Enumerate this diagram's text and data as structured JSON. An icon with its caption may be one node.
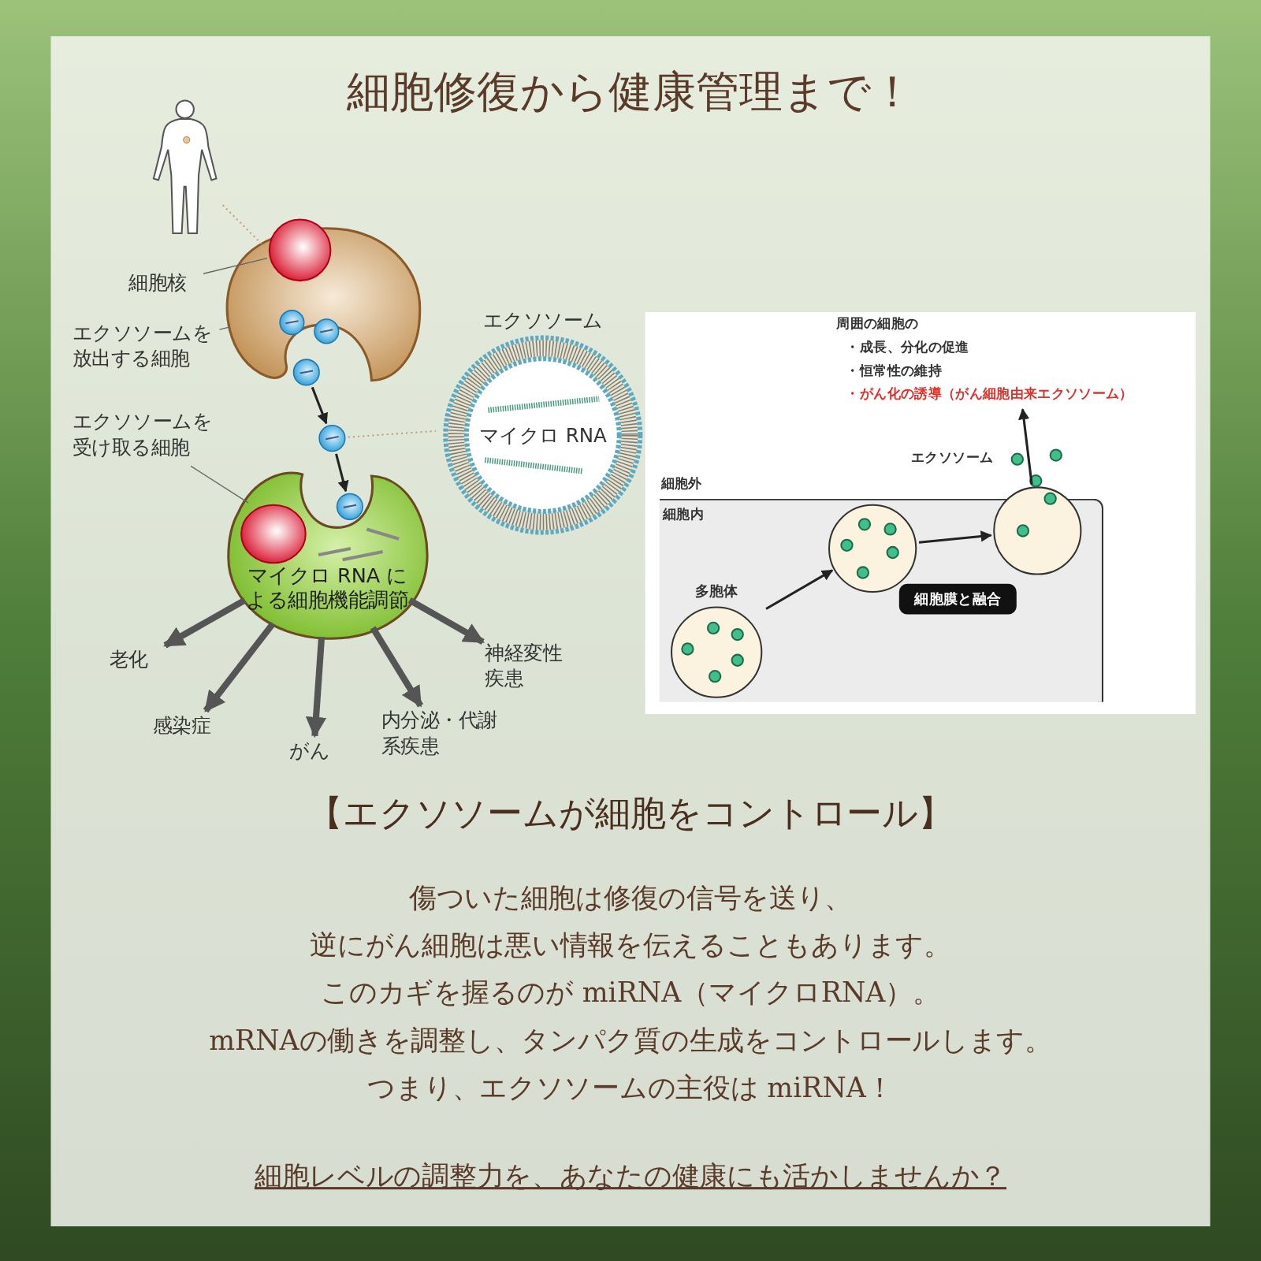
{
  "diagram": {
    "title": "細胞修復から健康管理まで！",
    "nodes": [
      {
        "text": [],
        "shape": "person"
      },
      {
        "text": [],
        "shape": "cell"
      },
      {
        "text": [],
        "shape": "circle",
        "in": 1
      },
      {
        "text": [
          "細胞核"
        ]
      },
      {
        "text": [
          "エクソソームを放出する細胞"
        ]
      },
      {
        "text": [],
        "shape": "circle"
      },
      {
        "text": [],
        "shape": "circle"
      },
      {
        "text": [],
        "shape": "circle"
      },
      {
        "text": [
          "エクソソームを受け取る細胞"
        ]
      },
      {
        "text": [
          "マイクロ RNA による細胞機能調節"
        ]
      },
      {
        "text": [
          "エクソソーム",
          "マイクロ RNA"
        ]
      },
      {
        "text": [
          "老化"
        ]
      },
      {
        "text": [
          "感染症"
        ]
      },
      {
        "text": [
          "がん"
        ]
      },
      {
        "text": [
          "内分泌・代謝系疾患"
        ]
      },
      {
        "text": [
          "神経変性疾患"
        ]
      },
      {
        "text": [
          "周囲の細胞の",
          "・成長、分化の促進",
          "・恒常性の維持",
          "・がん化の誘導（がん細胞由来エクソソーム）"
        ]
      },
      {
        "text": [
          "細胞内"
        ]
      },
      {
        "text": [
          "多胞体"
        ],
        "in": 17
      },
      {
        "text": [],
        "shape": "circle",
        "in": 17
      },
      {
        "text": [],
        "shape": "circle"
      },
      {
        "text": [
          "細胞膜と融合"
        ],
        "in": 17
      },
      {
        "text": [],
        "shape": "circle",
        "in": 1
      },
      {
        "text": [],
        "shape": "circle",
        "in": 1
      }
    ],
    "edges": [
      {
        "from": 0,
        "to": 1,
        "arrow": "none",
        "style": "dashed",
        "color": "#c89a70"
      },
      {
        "from": 3,
        "to": 2,
        "arrow": "none",
        "color": "#666666"
      },
      {
        "from": 4,
        "to": 1,
        "arrow": "none",
        "color": "#666666"
      },
      {
        "from": 5,
        "to": 6,
        "arrow": "to"
      },
      {
        "from": 6,
        "to": 7,
        "arrow": "to"
      },
      {
        "from": 6,
        "to": 10,
        "arrow": "none",
        "style": "dashed",
        "color": "#c89a70"
      },
      {
        "from": 8,
        "to": 9,
        "arrow": "none",
        "color": "#666666"
      },
      {
        "from": 9,
        "to": 11,
        "arrow": "to",
        "style": "thick",
        "color": "#555555"
      },
      {
        "from": 9,
        "to": 12,
        "arrow": "to",
        "style": "thick",
        "color": "#555555"
      },
      {
        "from": 9,
        "to": 13,
        "arrow": "to",
        "style": "thick",
        "color": "#555555"
      },
      {
        "from": 9,
        "to": 14,
        "arrow": "to",
        "style": "thick",
        "color": "#555555"
      },
      {
        "from": 9,
        "to": 15,
        "arrow": "to",
        "style": "thick",
        "color": "#555555"
      },
      {
        "from": 18,
        "to": 19,
        "arrow": "to"
      },
      {
        "from": 19,
        "to": 20,
        "arrow": "to"
      },
      {
        "from": 20,
        "to": 16,
        "arrow": "to"
      }
    ],
    "labels": [
      "エクソソーム",
      "細胞外",
      "【エクソソームが細胞をコントロール】",
      "傷ついた細胞は修復の信号を送り、",
      "逆にがん細胞は悪い情報を伝えることもあります。",
      "このカギを握るのが miRNA（マイクロRNA）。",
      "mRNAの働きを調整し、タンパク質の生成をコントロールします。",
      "つまり、エクソソームの主役は miRNA！",
      "細胞レベルの調整力を、あなたの健康にも活かしませんか？"
    ]
  }
}
